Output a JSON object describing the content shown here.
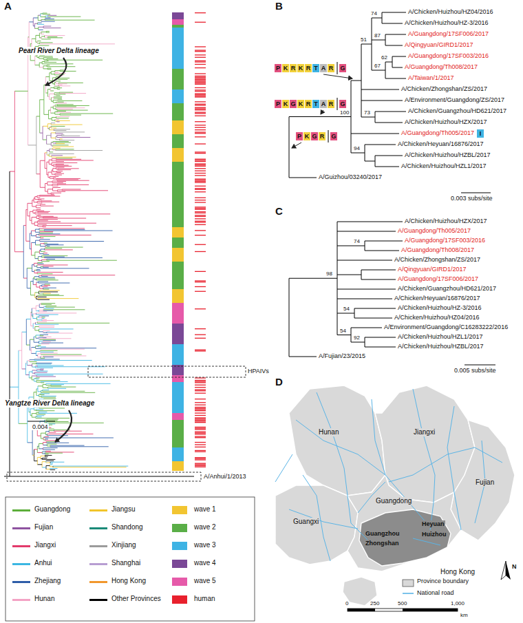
{
  "diagram": {
    "nodes": [
      {
        "text": [
          "P"
        ]
      },
      {
        "text": [
          "K"
        ]
      },
      {
        "text": [
          "R"
        ]
      },
      {
        "text": [
          "K"
        ]
      },
      {
        "text": [
          "R"
        ]
      },
      {
        "text": [
          "T"
        ]
      },
      {
        "text": [
          "A"
        ]
      },
      {
        "text": [
          "R"
        ]
      },
      {
        "text": [
          "G"
        ]
      },
      {
        "text": [
          "P"
        ]
      },
      {
        "text": [
          "K"
        ]
      },
      {
        "text": [
          "G"
        ]
      },
      {
        "text": [
          "K"
        ]
      },
      {
        "text": [
          "R"
        ]
      },
      {
        "text": [
          "T"
        ]
      },
      {
        "text": [
          "A"
        ]
      },
      {
        "text": [
          "R"
        ]
      },
      {
        "text": [
          "G"
        ]
      },
      {
        "text": [
          "P"
        ]
      },
      {
        "text": [
          "K"
        ]
      },
      {
        "text": [
          "G"
        ]
      },
      {
        "text": [
          "R"
        ]
      },
      {
        "text": [
          "G"
        ]
      },
      {
        "text": [
          "I"
        ]
      }
    ],
    "labels": [
      "A",
      "Pearl River Delta lineage",
      "Yangtze River Delta lineage",
      "HPAIVs",
      "0.004",
      "A/Anhui/1/2013",
      "B",
      "A/Chicken/Huizhou/HZ04/2016",
      "A/Chicken/Huizhou/HZ-3/2016",
      "A/Guangdong/17SF006/2017",
      "A/Qingyuan/GIRD1/2017",
      "A/Guangdong/17SF003/2016",
      "A/Guangdong/Th008/2017",
      "A/Taiwan/1/2017",
      "A/Chicken/Zhongshan/ZS/2017",
      "A/Environment/Guangdong/ZS/2017",
      "A/Chicken/Guangzhou/HD621/2017",
      "A/Chicken/Huizhou/HZX/2017",
      "A/Guangdong/Th005/2017",
      "A/Chicken/Heyuan/16876/2017",
      "A/Chicken/Huizhou/HZBL/2017",
      "A/Chicken/Huizhou/HZL1/2017",
      "A/Guizhou/03240/2017",
      "74",
      "87",
      "51",
      "62",
      "67",
      "73",
      "100",
      "94",
      "0.003 subs/site",
      "C",
      "A/Chicken/Huizhou/HZX/2017",
      "A/Guangdong/Th005/2017",
      "A/Guangdong/17SF003/2016",
      "A/Guangdong/Th008/2017",
      "A/Chicken/Zhongshan/ZS/2017",
      "A/Qingyuan/GIRD1/2017",
      "A/Guangdong/17SF006/2017",
      "A/Chicken/Guangzhou/HD621/2017",
      "A/Chicken/Heyuan/16876/2017",
      "A/Chicken/Huizhou/HZ-3/2016",
      "A/Chicken/Huizhou/HZ04/2016",
      "A/Environment/Guangdong/C16283222/2016",
      "A/Chicken/Huizhou/HZL1/2017",
      "A/Chicken/Huizhou/HZBL/2017",
      "A/Fujian/23/2015",
      "98",
      "74",
      "54",
      "54",
      "92",
      "0.005 subs/site",
      "D",
      "Hunan",
      "Jiangxi",
      "Fujian",
      "Guangxi",
      "Guangdong",
      "Guangzhou",
      "Zhongshan",
      "Heyuan",
      "Huizhou",
      "Hong Kong",
      "0",
      "250",
      "500",
      "1,000",
      "km",
      "N"
    ],
    "legend": [
      {
        "text": "Guangdong",
        "color": "#5cae3a"
      },
      {
        "text": "Fujian",
        "color": "#8e53a0"
      },
      {
        "text": "Jiangxi",
        "color": "#e23a6b"
      },
      {
        "text": "Anhui",
        "color": "#3bb6e2"
      },
      {
        "text": "Zhejiang",
        "color": "#2f5da8"
      },
      {
        "text": "Hunan",
        "color": "#f3a3c5"
      },
      {
        "text": "Jiangsu",
        "color": "#f1c52b"
      },
      {
        "text": "Shandong",
        "color": "#1a8a78"
      },
      {
        "text": "Xinjiang",
        "color": "#9b9b9b"
      },
      {
        "text": "Shanghai",
        "color": "#b79dd2"
      },
      {
        "text": "Hong Kong",
        "color": "#f1972c"
      },
      {
        "text": "Other Provinces",
        "color": "#000000"
      },
      {
        "text": "wave 1",
        "color": "#f2c531"
      },
      {
        "text": "wave 2",
        "color": "#5aae47"
      },
      {
        "text": "wave 3",
        "color": "#3eb3e4"
      },
      {
        "text": "wave 4",
        "color": "#7a4896"
      },
      {
        "text": "wave 5",
        "color": "#e65aa9"
      },
      {
        "text": "human",
        "color": "#e8202d"
      },
      {
        "text": "Province boundary"
      },
      {
        "text": "National road"
      }
    ]
  }
}
